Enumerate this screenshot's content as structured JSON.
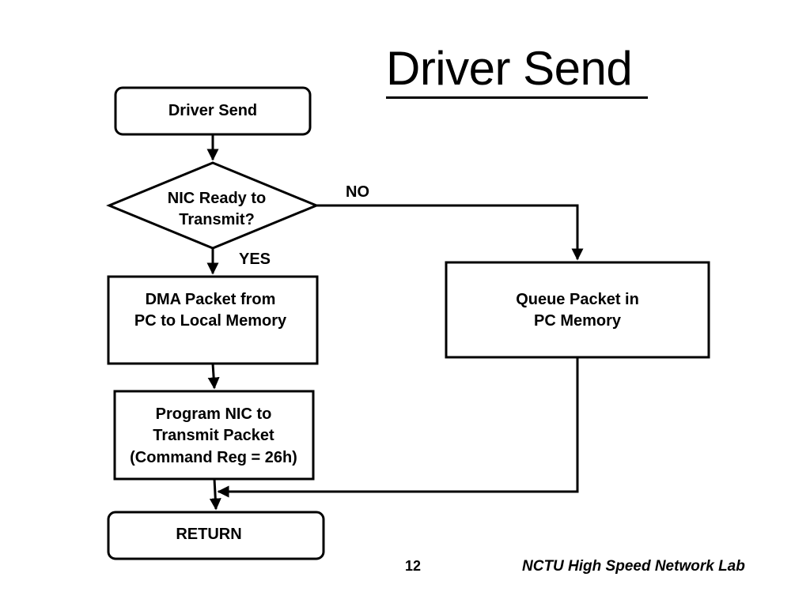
{
  "slide": {
    "title": "Driver Send",
    "page_number": "12",
    "footer": "NCTU High Speed Network Lab"
  },
  "flowchart": {
    "start": "Driver Send",
    "decision": [
      "NIC Ready to",
      "Transmit?"
    ],
    "branch_yes": "YES",
    "branch_no": "NO",
    "dma_step": [
      "DMA Packet from",
      "PC to Local Memory"
    ],
    "program_step": [
      "Program NIC to",
      "Transmit Packet",
      "(Command Reg = 26h)"
    ],
    "queue_step": [
      "Queue Packet in",
      "PC Memory"
    ],
    "end": "RETURN"
  }
}
